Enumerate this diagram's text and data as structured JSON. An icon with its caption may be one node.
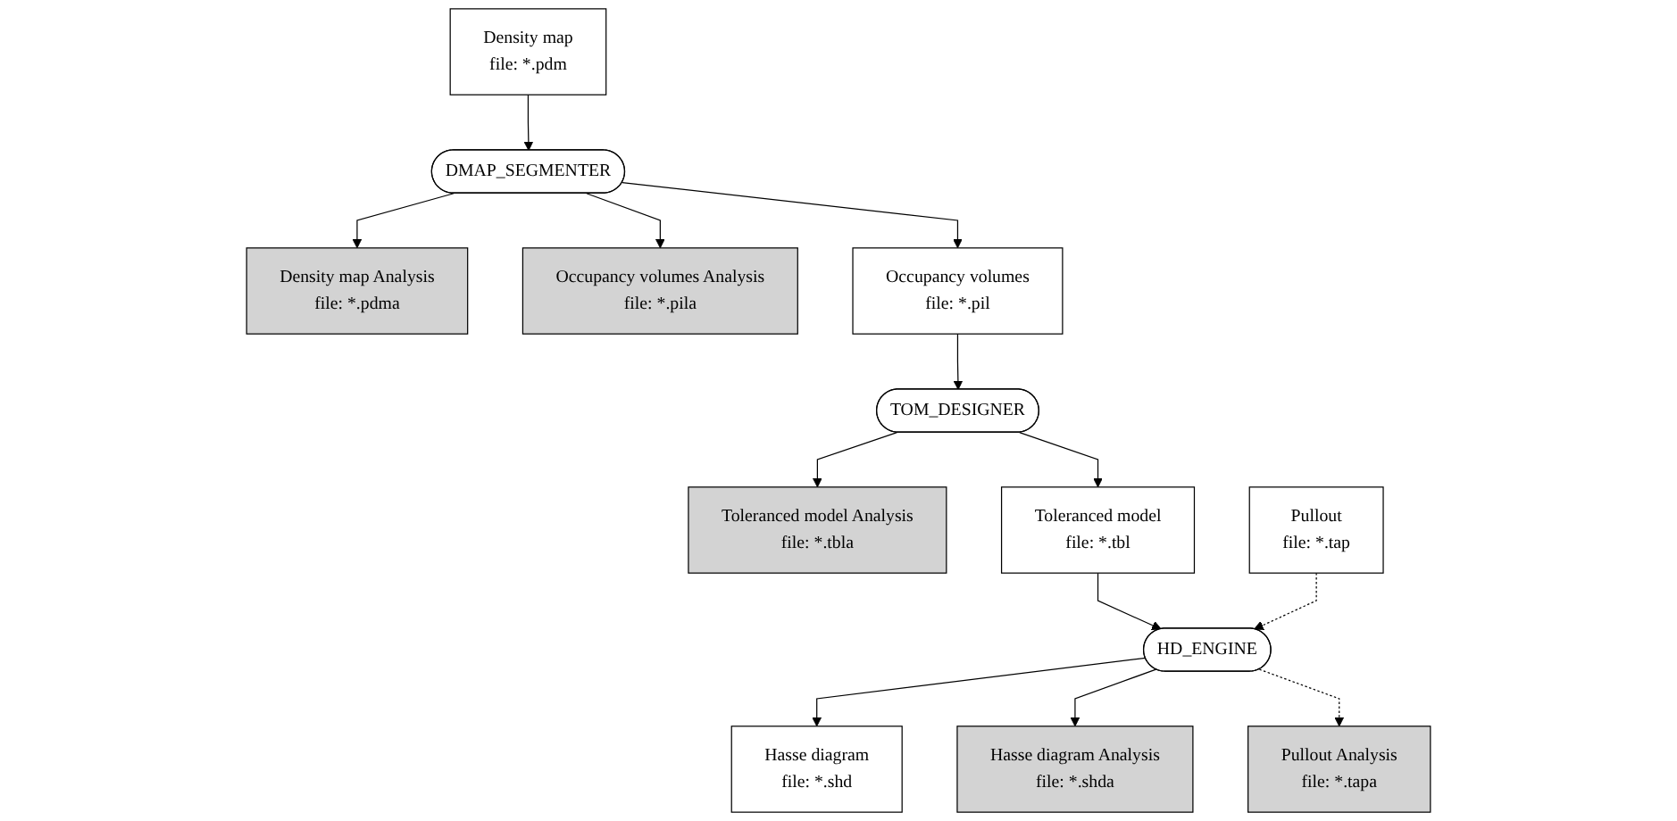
{
  "diagram": {
    "nodes": [
      {
        "text": [
          "Density map Analysis",
          "file: *.pdma"
        ]
      },
      {
        "text": [
          "Occupancy volumes Analysis",
          "file: *.pila"
        ]
      },
      {
        "text": [
          "Toleranced model Analysis",
          "file: *.tbla"
        ]
      },
      {
        "text": [
          "DMAP_SEGMENTER"
        ]
      },
      {
        "text": [
          "TOM_DESIGNER"
        ]
      },
      {
        "text": [
          "Density map",
          "file: *.pdm"
        ]
      },
      {
        "text": [
          "Occupancy volumes",
          "file: *.pil"
        ]
      },
      {
        "text": [
          "Toleranced model",
          "file: *.tbl"
        ]
      },
      {
        "text": [
          "Pullout",
          "file: *.tap"
        ]
      },
      {
        "text": [
          "Hasse diagram",
          "file: *.shd"
        ]
      },
      {
        "text": [
          "HD_ENGINE"
        ]
      },
      {
        "text": [
          "Hasse diagram Analysis",
          "file: *.shda"
        ]
      },
      {
        "text": [
          "Pullout Analysis",
          "file: *.tapa"
        ]
      }
    ],
    "edges": [
      {
        "from": 5,
        "to": 3,
        "arrow": "to"
      },
      {
        "from": 3,
        "to": 0,
        "arrow": "to"
      },
      {
        "from": 3,
        "to": 1,
        "arrow": "to"
      },
      {
        "from": 3,
        "to": 6,
        "arrow": "to"
      },
      {
        "from": 6,
        "to": 4,
        "arrow": "to"
      },
      {
        "from": 4,
        "to": 2,
        "arrow": "to"
      },
      {
        "from": 4,
        "to": 7,
        "arrow": "to"
      },
      {
        "from": 7,
        "to": 10,
        "arrow": "to"
      },
      {
        "from": 8,
        "to": 10,
        "arrow": "to",
        "style": "dashed"
      },
      {
        "from": 10,
        "to": 9,
        "arrow": "to"
      },
      {
        "from": 10,
        "to": 11,
        "arrow": "to"
      },
      {
        "from": 10,
        "to": 12,
        "arrow": "to",
        "style": "dashed"
      }
    ]
  }
}
